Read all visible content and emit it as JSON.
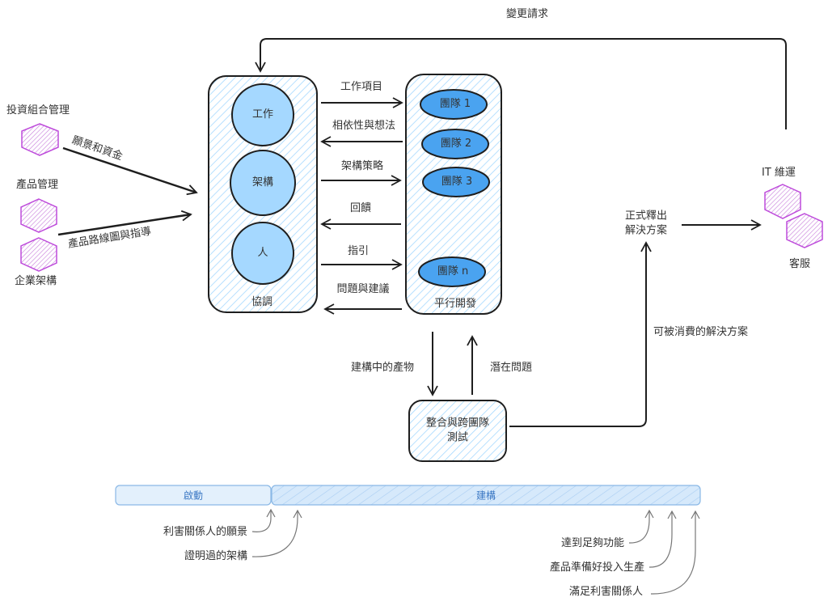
{
  "title_label": "變更請求",
  "stakeholders": {
    "portfolio": "投資組合管理",
    "product": "產品管理",
    "enterprise_arch": "企業架構",
    "vision_funding": "願景和資金",
    "roadmap_guidance": "產品路線圖與指導"
  },
  "coordination": {
    "label": "協調",
    "circles": [
      "工作",
      "架構",
      "人"
    ]
  },
  "parallel_dev": {
    "label": "平行開發",
    "teams": [
      "團隊 1",
      "團隊 2",
      "團隊 3",
      "團隊 n"
    ]
  },
  "flows": {
    "work_items": "工作項目",
    "dependencies_ideas": "相依性與想法",
    "arch_strategy": "架構策略",
    "feedback": "回饋",
    "guidance": "指引",
    "issues_suggestions": "問題與建議",
    "artifacts_in_build": "建構中的產物",
    "potential_issues": "潛在問題",
    "consumable_solution": "可被消費的解決方案"
  },
  "integration": {
    "label": "整合與跨團隊\n測試"
  },
  "release": {
    "label": "正式釋出\n解決方案"
  },
  "operations": {
    "it_ops": "IT 維運",
    "support": "客服"
  },
  "timeline": {
    "phases": [
      "啟動",
      "建構"
    ],
    "milestones_inception": [
      "利害關係人的願景",
      "證明過的架構"
    ],
    "milestones_construction": [
      "達到足夠功能",
      "產品準備好投入生產",
      "滿足利害關係人"
    ]
  },
  "colors": {
    "hatch_blue": "#a5d8ff",
    "circle_fill": "#a5d8ff",
    "team_fill": "#4aa3f0",
    "hex_purple": "#be4bdb",
    "stroke": "#1e1e1e",
    "phase_text": "#3b78c4"
  }
}
